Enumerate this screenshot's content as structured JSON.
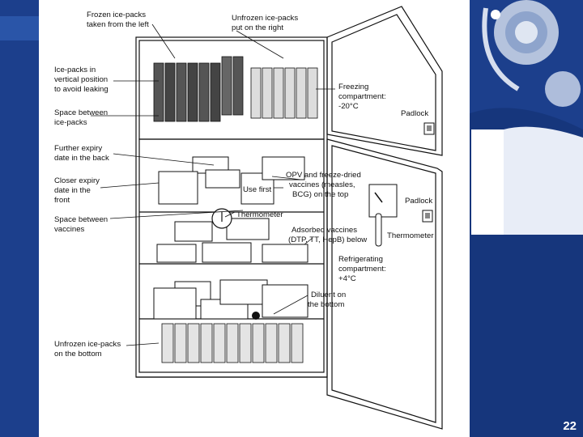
{
  "slide": {
    "page_number": "22",
    "colors": {
      "background_blue": "#1c3f8c",
      "accent_light": "#b9c8e6",
      "white": "#ffffff"
    }
  },
  "diagram": {
    "labels": {
      "frozen_left": [
        "Frozen ice-packs",
        "taken from the left"
      ],
      "unfrozen_right": [
        "Unfrozen ice-packs",
        "put on the right"
      ],
      "vertical": [
        "Ice-packs in",
        "vertical position",
        "to avoid leaking"
      ],
      "space_icepacks": [
        "Space between",
        "ice-packs"
      ],
      "further_expiry": [
        "Further expiry",
        "date in the back"
      ],
      "closer_expiry": [
        "Closer expiry",
        "date in the",
        "front"
      ],
      "space_vaccines": [
        "Space between",
        "vaccines"
      ],
      "unfrozen_bottom": [
        "Unfrozen ice-packs",
        "on the bottom"
      ],
      "freezing": [
        "Freezing",
        "compartment:",
        "-20°C"
      ],
      "padlock_top": "Padlock",
      "opv": [
        "OPV and freeze-dried",
        "vaccines (measles,",
        "BCG) on the top"
      ],
      "use_first": "Use first",
      "padlock_door": "Padlock",
      "thermometer_inside": "Thermometer",
      "adsorbed": [
        "Adsorbed vaccines",
        "(DTP, TT, HepB) below"
      ],
      "thermometer_door": "Thermometer",
      "refrigerating": [
        "Refrigerating",
        "compartment:",
        "+4°C"
      ],
      "diluent": [
        "Diluent on",
        "the bottom"
      ]
    }
  }
}
